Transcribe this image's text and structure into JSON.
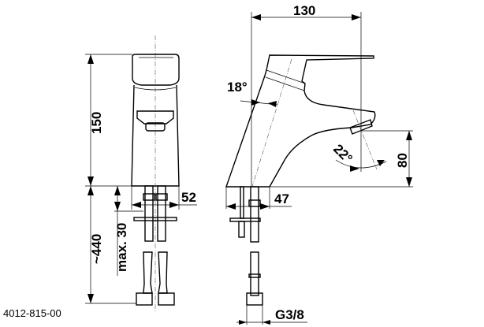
{
  "drawing": {
    "product_code": "4012-815-00",
    "front_view": {
      "height_label": "150",
      "hose_length_label": "~440",
      "max_thickness_label": "max. 30",
      "width_label": "52"
    },
    "side_view": {
      "depth_label": "130",
      "body_angle_label": "18°",
      "spout_angle_label": "22°",
      "spout_height_label": "80",
      "base_label": "47",
      "thread_label": "G3/8"
    },
    "line_color": "#000000"
  }
}
